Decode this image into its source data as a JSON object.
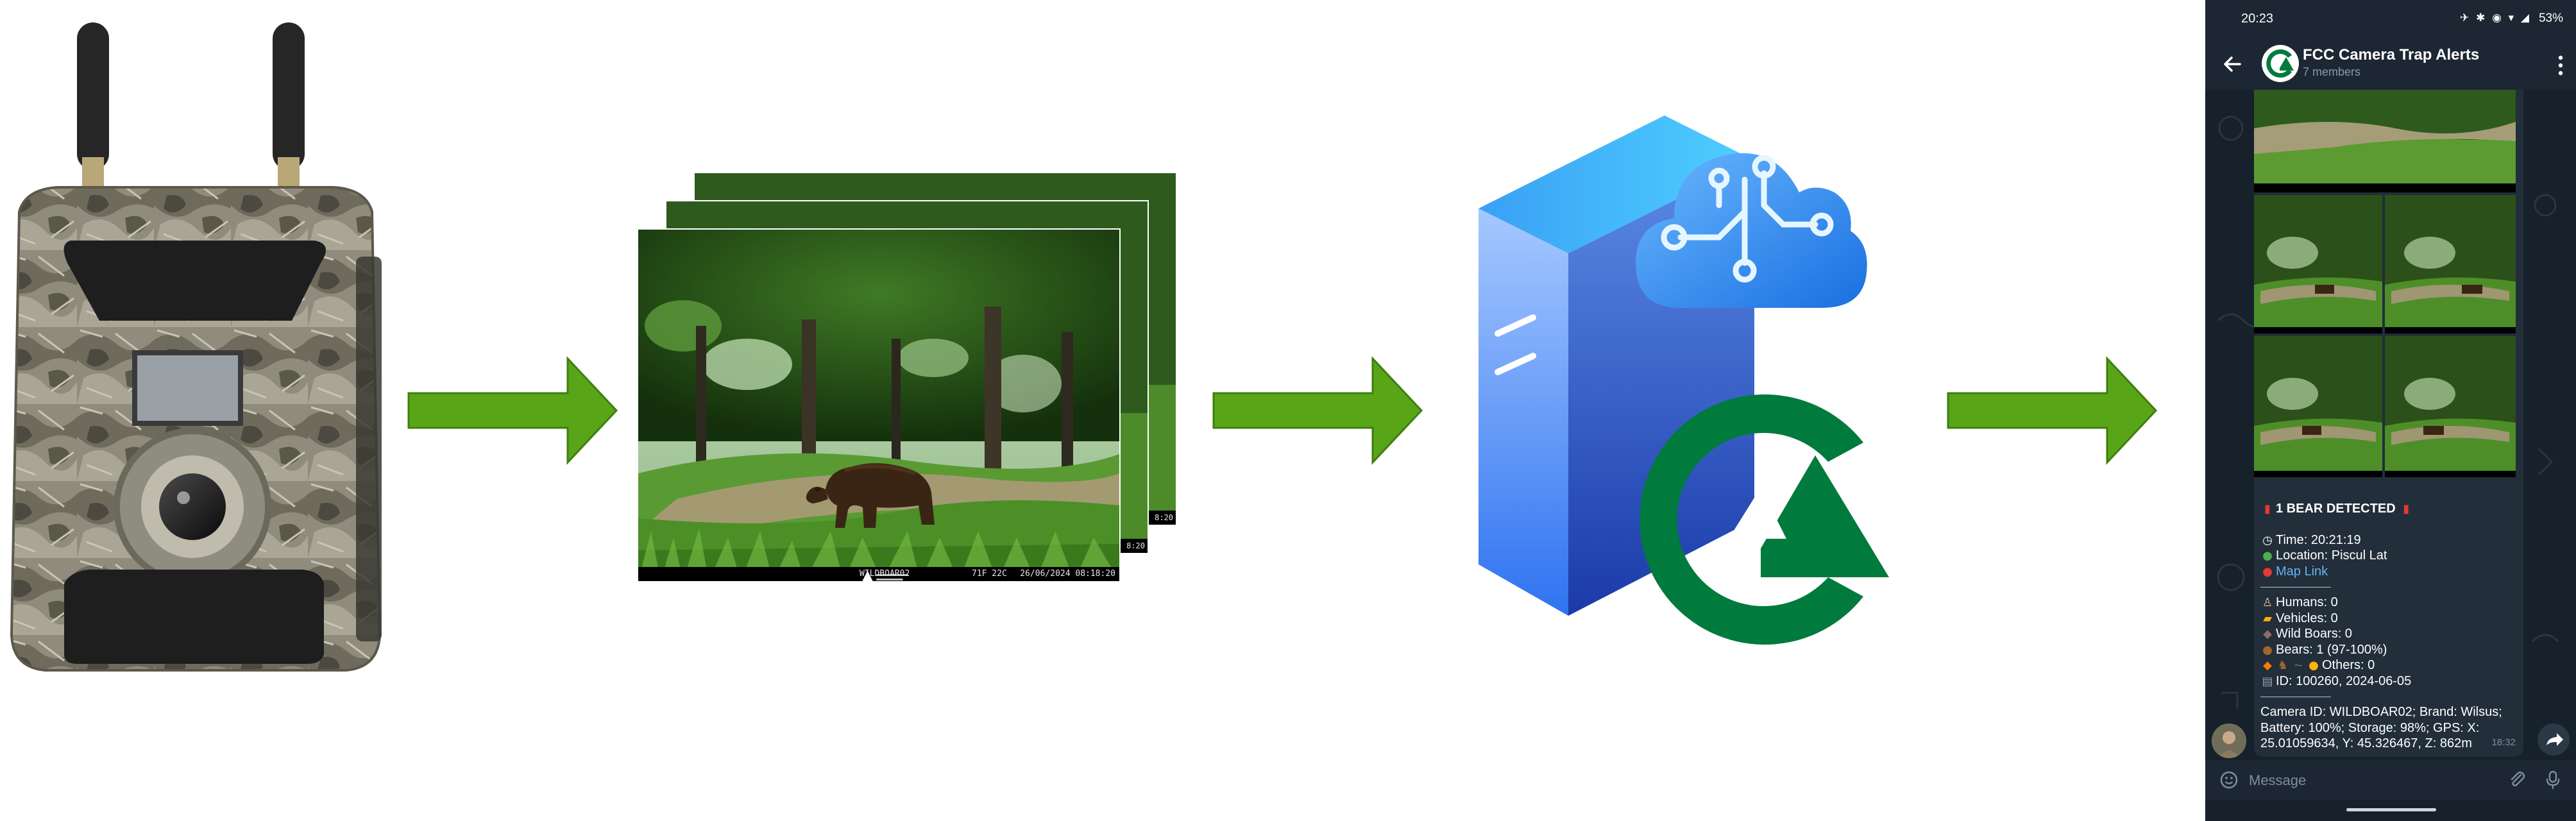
{
  "colors": {
    "arrow": "#58a618",
    "arrow_dark": "#3f7e0e",
    "brand_green": "#007a3d",
    "server_blue": "#1e5bd8",
    "cloud_blue": "#3a8ee6",
    "telegram_bg": "#17212b",
    "telegram_link": "#64b5ef"
  },
  "icons": {
    "arrows": "right-arrow-icon",
    "server": "server-icon",
    "cloud": "cloud-circuit-icon",
    "logo": "company-logo",
    "back": "back-arrow-icon",
    "more": "more-vertical-icon",
    "share": "share-icon",
    "emoji": "emoji-icon",
    "attach": "paperclip-icon",
    "mic": "microphone-icon"
  },
  "trap_photo": {
    "camera_label": "WILDBOAR02",
    "temperature": "71F 22C",
    "timestamp": "26/06/2024 08:18:20",
    "stack_time_mid": "8:20",
    "stack_time_back": "8:20"
  },
  "phone": {
    "status_time": "20:23",
    "status_icons": "✈ ✱ ◉ ▾ ◢",
    "battery": "53%",
    "chat_title": "FCC Camera Trap Alerts",
    "chat_subtitle": "7 members",
    "message": {
      "alert": "1 BEAR DETECTED",
      "time_line": "Time: 20:21:19",
      "location_line": "Location: Piscul Lat",
      "map_link": "Map Link",
      "humans": "Humans: 0",
      "vehicles": "Vehicles: 0",
      "wild_boars": "Wild Boars: 0",
      "bears": "Bears: 1 (97-100%)",
      "others": "Others: 0",
      "id_line": "ID: 100260, 2024-06-05",
      "camera_info": "Camera ID: WILDBOAR02; Brand: Wilsus; Battery: 100%; Storage: 98%; GPS: X: 25.01059634, Y: 45.326467, Z: 862m",
      "sent_time": "18:32"
    },
    "input_placeholder": "Message"
  }
}
